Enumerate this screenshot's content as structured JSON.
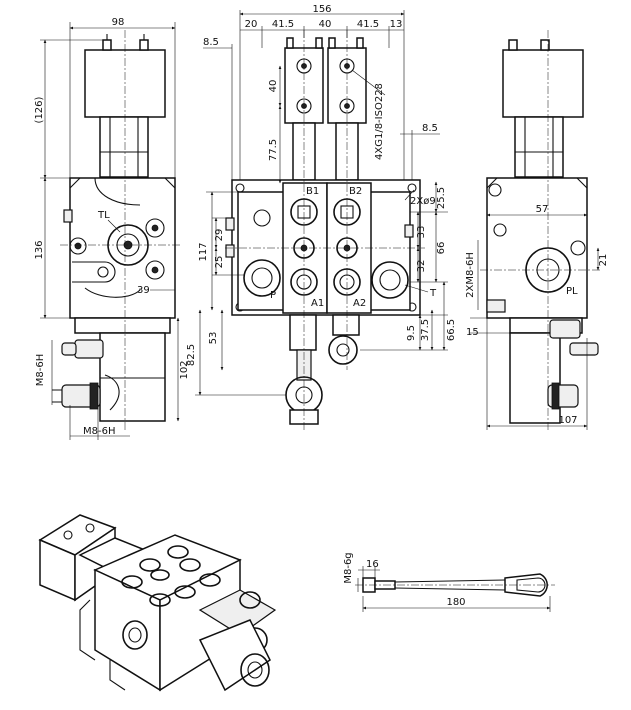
{
  "dimensions": {
    "front_overall_width": "156",
    "front_w1": "20",
    "front_w2": "41.5",
    "front_w3": "40",
    "front_w4": "41.5",
    "front_w5": "13",
    "front_left_offset": "8.5",
    "front_right_offset": "8.5",
    "front_height_40": "40",
    "front_height_77_5": "77.5",
    "front_height_117": "117",
    "front_height_29": "29",
    "front_height_25": "25",
    "front_height_53": "53",
    "front_height_82_5": "82.5",
    "front_right_25_5": "25.5",
    "front_right_33": "33",
    "front_right_66": "66",
    "front_right_32": "32",
    "front_right_9_5": "9.5",
    "front_right_37_5": "37.5",
    "front_right_66_5": "66.5",
    "left_width_98": "98",
    "left_height_126": "(126)",
    "left_height_136": "136",
    "left_dim_39": "39",
    "left_height_102": "102",
    "right_width_57": "57",
    "right_dim_21": "21",
    "right_dim_15": "15",
    "right_width_107": "107",
    "lever_dim_16": "16",
    "lever_length_180": "180"
  },
  "labels": {
    "ports_spec": "4XG1/8-ISO228",
    "mount_holes": "2Xø9",
    "port_b1": "B1",
    "port_b2": "B2",
    "port_a1": "A1",
    "port_a2": "A2",
    "port_p": "P",
    "port_t": "T",
    "port_tl": "TL",
    "port_pl": "PL",
    "thread_m8_left_vertical": "M8-6H",
    "thread_m8_left_bottom": "M8-6H",
    "thread_2xm8": "2XM8-6H",
    "thread_m8_6g": "M8-6g"
  }
}
